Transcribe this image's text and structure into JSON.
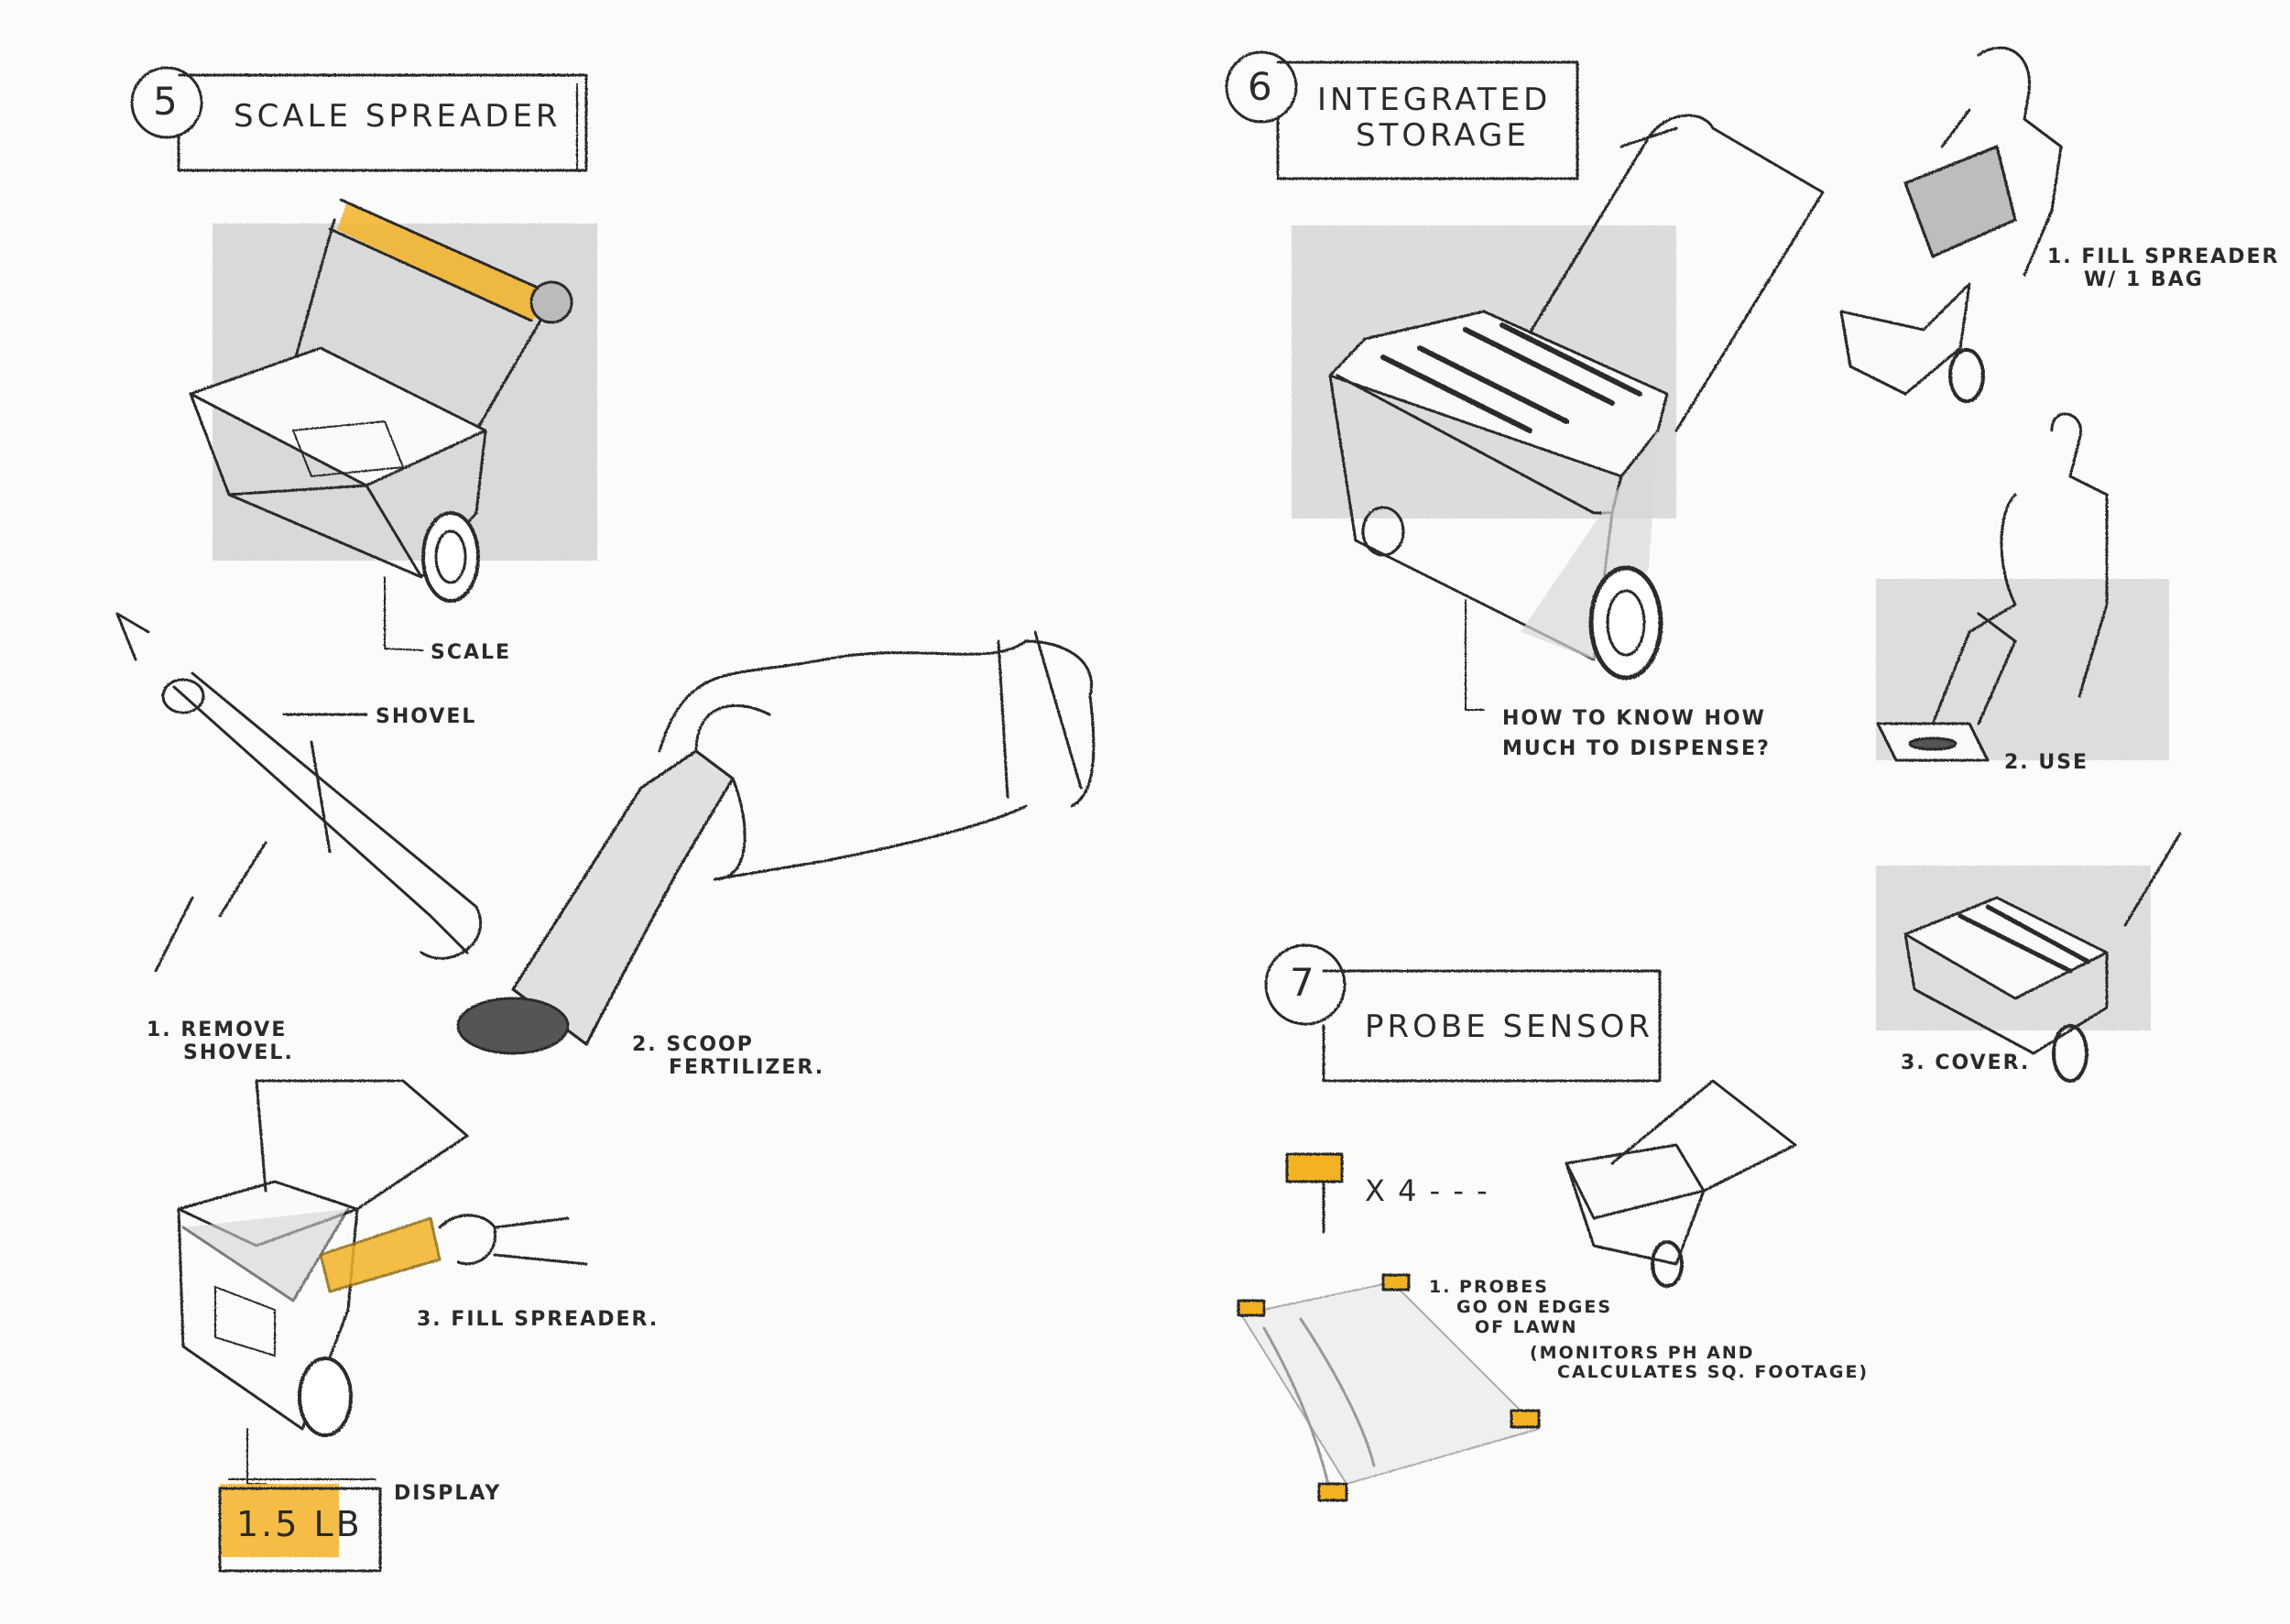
{
  "colors": {
    "paper": "#fbfbfa",
    "pencil": "#2b2b2b",
    "shade": "#cfcfcf",
    "highlight": "#f3b224"
  },
  "concept5": {
    "number": "5",
    "title": "SCALE SPREADER",
    "scale_label": "SCALE",
    "shovel_label": "SHOVEL",
    "step1": [
      "1. REMOVE",
      "SHOVEL."
    ],
    "step2": [
      "2. SCOOP",
      "FERTILIZER."
    ],
    "step3": "3. FILL SPREADER.",
    "display_label": "DISPLAY",
    "display_value": "1.5 lb"
  },
  "concept6": {
    "number": "6",
    "title": [
      "INTEGRATED",
      "STORAGE"
    ],
    "question": [
      "HOW TO KNOW HOW",
      "MUCH TO DISPENSE?"
    ],
    "step1": [
      "1. FILL SPREADER",
      "W/ 1 BAG"
    ],
    "step2": "2. USE",
    "step3": "3. COVER."
  },
  "concept7": {
    "number": "7",
    "title": "PROBE SENSOR",
    "multiplier": "x 4 - - -",
    "note": [
      "1. PROBES",
      "GO ON EDGES",
      "OF LAWN",
      "(MONITORS pH AND",
      "CALCULATES SQ. FOOTAGE)"
    ]
  }
}
